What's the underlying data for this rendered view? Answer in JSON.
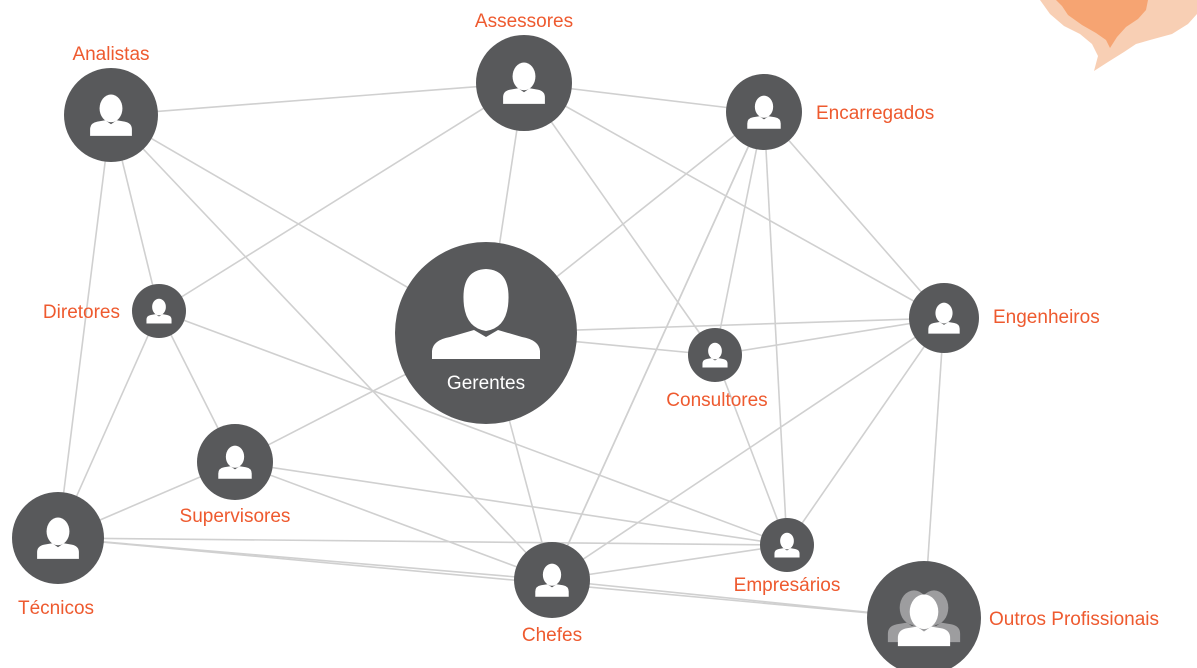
{
  "diagram": {
    "colors": {
      "node_fill": "#58595b",
      "edge": "#d0d0d0",
      "label": "#ee5a2f",
      "center_label": "#ffffff",
      "map_outer": "#f8cfb4",
      "map_inner": "#f6a472",
      "person_icon": "#ffffff",
      "group_icon_back": "#9d9d9f"
    },
    "nodes": [
      {
        "id": "analistas",
        "label": "Analistas",
        "icon": "person-icon"
      },
      {
        "id": "assessores",
        "label": "Assessores",
        "icon": "person-icon"
      },
      {
        "id": "encarregados",
        "label": "Encarregados",
        "icon": "person-icon"
      },
      {
        "id": "diretores",
        "label": "Diretores",
        "icon": "person-icon"
      },
      {
        "id": "gerentes",
        "label": "Gerentes",
        "icon": "person-bust-icon"
      },
      {
        "id": "engenheiros",
        "label": "Engenheiros",
        "icon": "person-icon"
      },
      {
        "id": "consultores",
        "label": "Consultores",
        "icon": "person-icon"
      },
      {
        "id": "supervisores",
        "label": "Supervisores",
        "icon": "person-icon"
      },
      {
        "id": "tecnicos",
        "label": "Técnicos",
        "icon": "person-icon"
      },
      {
        "id": "empresarios",
        "label": "Empresários",
        "icon": "person-icon"
      },
      {
        "id": "chefes",
        "label": "Chefes",
        "icon": "person-icon"
      },
      {
        "id": "outros",
        "label": "Outros Profissionais",
        "icon": "group-icon"
      }
    ],
    "edges": [
      [
        "analistas",
        "assessores"
      ],
      [
        "analistas",
        "diretores"
      ],
      [
        "analistas",
        "gerentes"
      ],
      [
        "analistas",
        "chefes"
      ],
      [
        "analistas",
        "tecnicos"
      ],
      [
        "assessores",
        "encarregados"
      ],
      [
        "assessores",
        "diretores"
      ],
      [
        "assessores",
        "gerentes"
      ],
      [
        "assessores",
        "consultores"
      ],
      [
        "assessores",
        "engenheiros"
      ],
      [
        "encarregados",
        "gerentes"
      ],
      [
        "encarregados",
        "engenheiros"
      ],
      [
        "encarregados",
        "consultores"
      ],
      [
        "encarregados",
        "empresarios"
      ],
      [
        "encarregados",
        "chefes"
      ],
      [
        "encarregados",
        "chefes"
      ],
      [
        "diretores",
        "supervisores"
      ],
      [
        "diretores",
        "tecnicos"
      ],
      [
        "diretores",
        "empresarios"
      ],
      [
        "gerentes",
        "engenheiros"
      ],
      [
        "gerentes",
        "consultores"
      ],
      [
        "gerentes",
        "supervisores"
      ],
      [
        "gerentes",
        "chefes"
      ],
      [
        "engenheiros",
        "consultores"
      ],
      [
        "engenheiros",
        "chefes"
      ],
      [
        "engenheiros",
        "empresarios"
      ],
      [
        "engenheiros",
        "outros"
      ],
      [
        "consultores",
        "empresarios"
      ],
      [
        "supervisores",
        "tecnicos"
      ],
      [
        "supervisores",
        "empresarios"
      ],
      [
        "supervisores",
        "chefes"
      ],
      [
        "tecnicos",
        "chefes"
      ],
      [
        "tecnicos",
        "empresarios"
      ],
      [
        "tecnicos",
        "outros"
      ],
      [
        "chefes",
        "empresarios"
      ],
      [
        "chefes",
        "outros"
      ]
    ]
  }
}
